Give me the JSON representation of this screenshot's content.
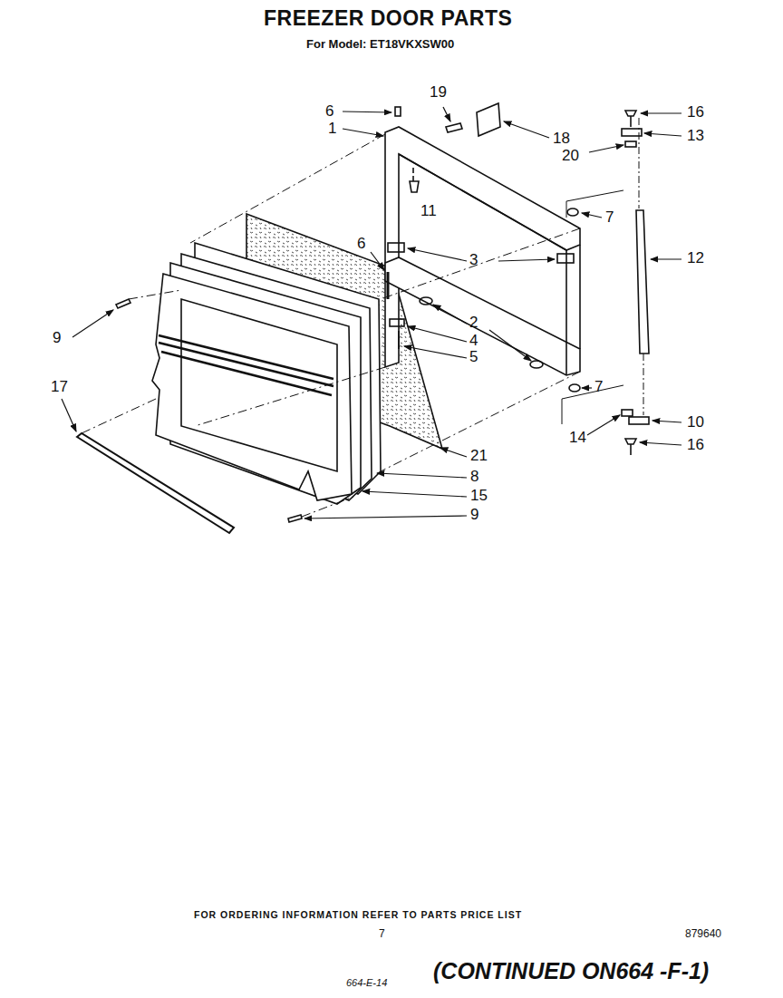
{
  "diagram": {
    "title": "FREEZER DOOR PARTS",
    "labels": [
      "For Model: ET18VKXSW00",
      "19",
      "6",
      "16",
      "1",
      "18",
      "13",
      "20",
      "11",
      "7",
      "3",
      "12",
      "6",
      "9",
      "2",
      "4",
      "5",
      "17",
      "7",
      "14",
      "10",
      "16",
      "21",
      "8",
      "15",
      "9",
      "FOR ORDERING INFORMATION REFER TO PARTS PRICE LIST",
      "7",
      "879640",
      "664-E-14",
      "(CONTINUED ON664 -F-1)"
    ]
  }
}
